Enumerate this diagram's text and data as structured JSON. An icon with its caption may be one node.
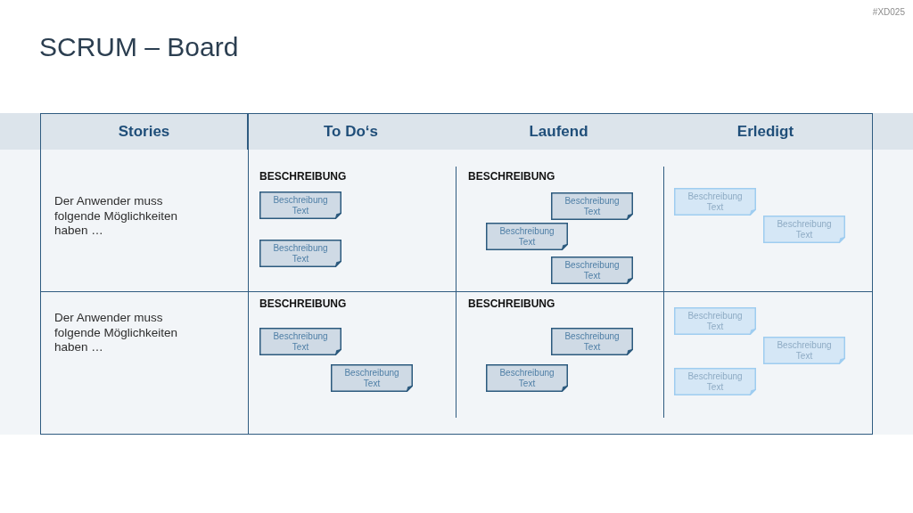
{
  "diagram": {
    "title": "SCRUM – Board",
    "nodes": [
      {
        "text": [
          "Der Anwender muss folgende Möglichkeiten haben …"
        ]
      },
      {
        "text": [
          "BESCHREIBUNG"
        ]
      },
      {
        "text": [
          "Beschreibung Text"
        ],
        "in": 1
      },
      {
        "text": [
          "Beschreibung Text"
        ],
        "in": 1
      },
      {
        "text": [
          "BESCHREIBUNG"
        ]
      },
      {
        "text": [
          "Beschreibung Text"
        ],
        "in": 4
      },
      {
        "text": [
          "Beschreibung Text"
        ],
        "in": 4
      },
      {
        "text": [
          "Beschreibung Text"
        ],
        "in": 4
      },
      {
        "text": [],
        "shape": "box"
      },
      {
        "text": [
          "Beschreibung Text"
        ],
        "in": 8
      },
      {
        "text": [
          "Beschreibung Text"
        ],
        "in": 8
      },
      {
        "text": [
          "Der Anwender muss folgende Möglichkeiten haben …"
        ]
      },
      {
        "text": [
          "BESCHREIBUNG"
        ]
      },
      {
        "text": [
          "Beschreibung Text"
        ],
        "in": 12
      },
      {
        "text": [
          "Beschreibung Text"
        ],
        "in": 12
      },
      {
        "text": [
          "BESCHREIBUNG"
        ]
      },
      {
        "text": [
          "Beschreibung Text"
        ],
        "in": 15
      },
      {
        "text": [
          "Beschreibung Text"
        ],
        "in": 15
      },
      {
        "text": [],
        "shape": "box"
      },
      {
        "text": [
          "Beschreibung Text"
        ],
        "in": 18
      },
      {
        "text": [
          "Beschreibung Text"
        ],
        "in": 18
      },
      {
        "text": [
          "Beschreibung Text"
        ],
        "in": 18
      }
    ],
    "labels": [
      "#XD025",
      "Stories",
      "To Do‘s",
      "Laufend",
      "Erledigt"
    ]
  }
}
